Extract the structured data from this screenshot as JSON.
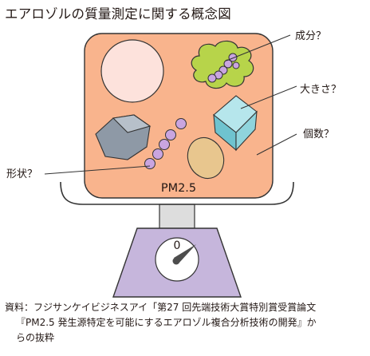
{
  "title": "エアロゾルの質量測定に関する概念図",
  "labels": {
    "composition": "成分？",
    "size": "大きさ？",
    "count": "個数？",
    "shape": "形状？",
    "pm": "PM2.5",
    "scale_reading": "0"
  },
  "colors": {
    "sample_plate": "#f9b48d",
    "scale_body": "#c6b6dc",
    "dial_face": "#ffffff",
    "needle": "#4d4d4d",
    "composition_blob": "#b7d44a",
    "particle_bead": "#c9a5e0",
    "crystal": "#8fd4dc",
    "rock": "#8e99a6",
    "sphere": "#fde2dc",
    "oval": "#e8c68e"
  },
  "source": {
    "line1": "資料：フジサンケイビジネスアイ「第27 回先端技術大賞特別賞受賞論文",
    "line2": "『PM2.5 発生源特定を可能にするエアロゾル複合分析技術の開発』か",
    "line3": "らの抜粋"
  }
}
